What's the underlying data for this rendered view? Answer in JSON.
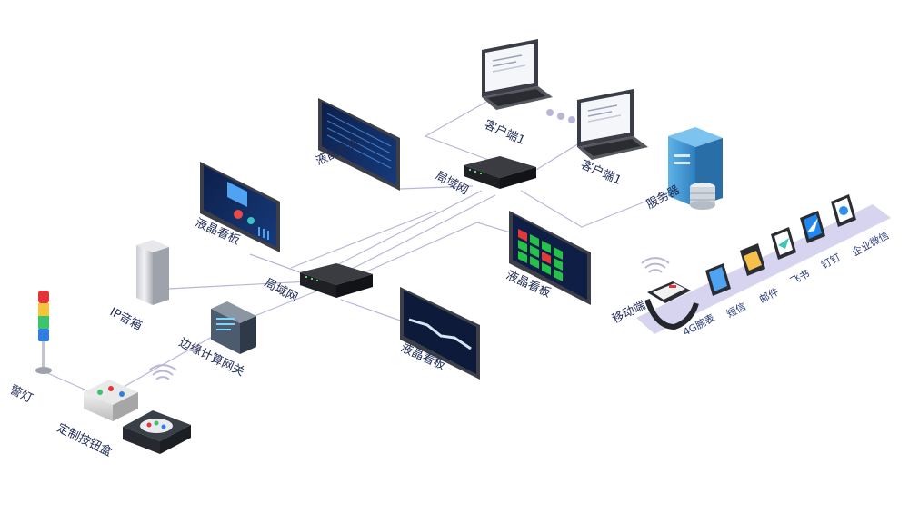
{
  "labels": {
    "client_1": "客户端1",
    "client_2": "客户端1",
    "lan_top": "局域网",
    "server": "服务器",
    "lcd_top": "液晶看板",
    "lcd_left": "液晶看板",
    "lcd_right": "液晶看板",
    "lcd_bottom": "液晶看板",
    "lan_center": "局域网",
    "ip_speaker": "IP音箱",
    "edge_gateway": "边缘计算网关",
    "alarm_light": "警灯",
    "custom_button_box": "定制按钮盒",
    "mobile": "移动端"
  },
  "mobile_apps": [
    {
      "label": "4G腕表",
      "icon": "smartwatch-icon"
    },
    {
      "label": "短信",
      "icon": "sms-icon"
    },
    {
      "label": "邮件",
      "icon": "mail-icon"
    },
    {
      "label": "飞书",
      "icon": "feishu-icon"
    },
    {
      "label": "钉钉",
      "icon": "dingtalk-icon"
    },
    {
      "label": "企业微信",
      "icon": "wecom-icon"
    }
  ],
  "colors": {
    "line": "#b9b6d9",
    "platform": "#d6d4ee",
    "screen_bezel": "#3c3f47",
    "switch": "#1f2024",
    "server": "#4b9fd6",
    "label_text": "#1e2a55"
  }
}
